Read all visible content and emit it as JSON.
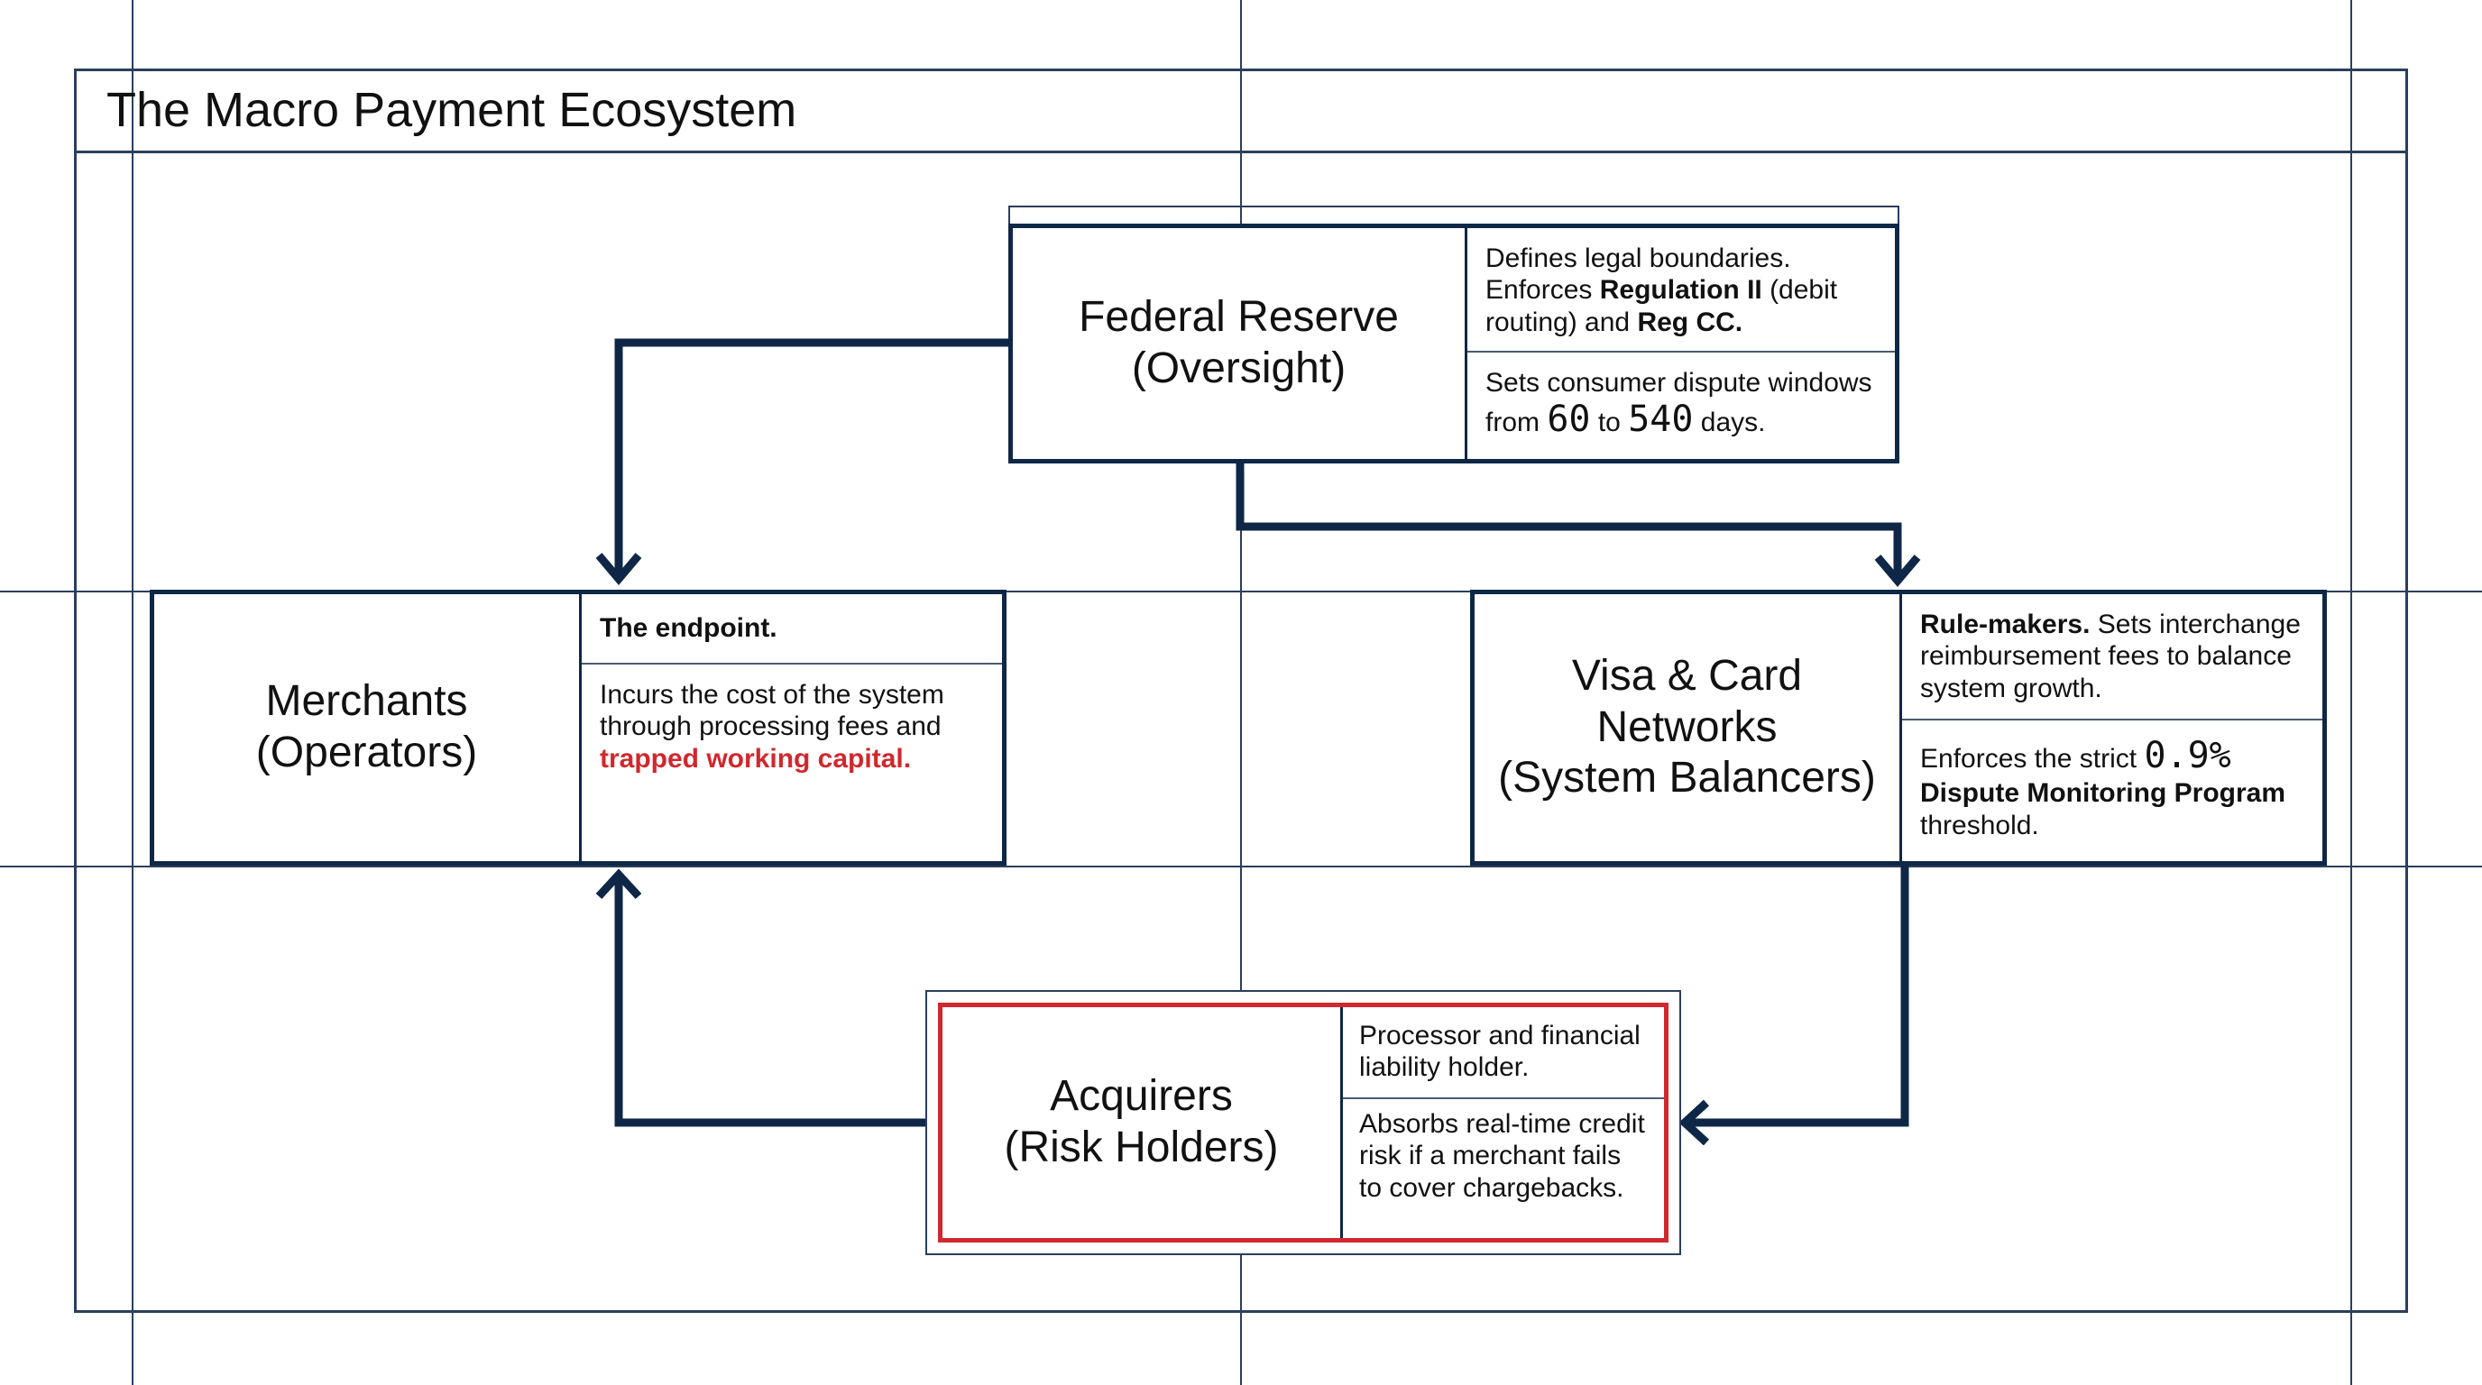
{
  "title": "The Macro Payment Ecosystem",
  "nodes": {
    "fed": {
      "name_line1": "Federal Reserve",
      "name_line2": "(Oversight)",
      "cell1": {
        "t1": "Defines legal boundaries. Enforces ",
        "b1": "Regulation II",
        "t2": " (debit routing) and ",
        "b2": "Reg CC."
      },
      "cell2": {
        "t1": "Sets consumer dispute windows from ",
        "n1": "60",
        "t2": " to ",
        "n2": "540",
        "t3": " days."
      }
    },
    "merchants": {
      "name_line1": "Merchants",
      "name_line2": "(Operators)",
      "cell1": {
        "b1": "The endpoint."
      },
      "cell2": {
        "t1": "Incurs the cost of the system through processing fees and ",
        "r1": "trapped working capital."
      }
    },
    "visa": {
      "name_line1": "Visa & Card",
      "name_line2": "Networks",
      "name_line3": "(System Balancers)",
      "cell1": {
        "b1": "Rule-makers.",
        "t1": " Sets interchange reimbursement fees to balance system growth."
      },
      "cell2": {
        "t1": "Enforces the strict ",
        "n1": "0.9%",
        "b1": "Dispute Monitoring Program",
        "t2": " threshold."
      }
    },
    "acquirers": {
      "name_line1": "Acquirers",
      "name_line2": "(Risk Holders)",
      "cell1": {
        "t1": "Processor and financial liability holder."
      },
      "cell2": {
        "t1": "Absorbs real-time credit risk if a merchant fails to cover chargebacks."
      }
    }
  },
  "colors": {
    "node_border": "#0f2747",
    "arrow": "#0f2747",
    "grid": "#2b3e5c",
    "accent_red": "#d0282e"
  }
}
